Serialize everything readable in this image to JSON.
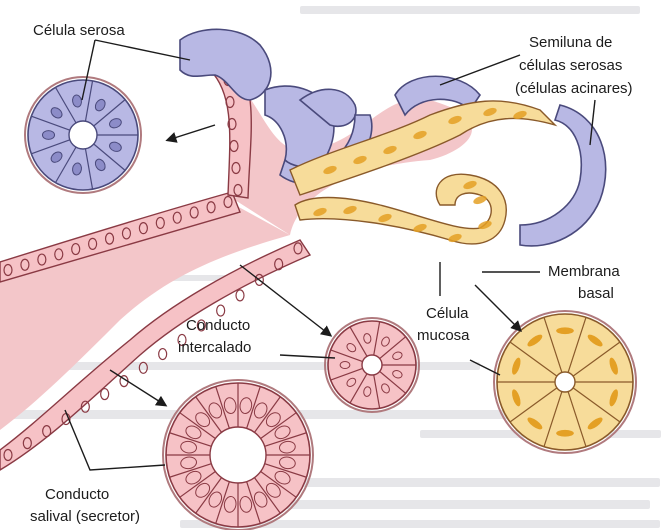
{
  "labels": {
    "celula_serosa": "Célula serosa",
    "semiluna_l1": "Semiluna de",
    "semiluna_l2": "células serosas",
    "semiluna_l3": "(células acinares)",
    "membrana_l1": "Membrana",
    "membrana_l2": "basal",
    "celula_mucosa_l1": "Célula",
    "celula_mucosa_l2": "mucosa",
    "intercalado_l1": "Conducto",
    "intercalado_l2": "intercalado",
    "salival_l1": "Conducto",
    "salival_l2": "salival (secretor)"
  },
  "colors": {
    "serous_cell": "#b8b8e4",
    "serous_outline": "#4a4a7c",
    "mucous_cell": "#f7dc9a",
    "mucous_granule": "#e4a024",
    "duct_cell": "#f6c2c6",
    "duct_outline": "#8a3a44",
    "lumen": "#f3c6c9",
    "basement": "#b07a7e"
  }
}
